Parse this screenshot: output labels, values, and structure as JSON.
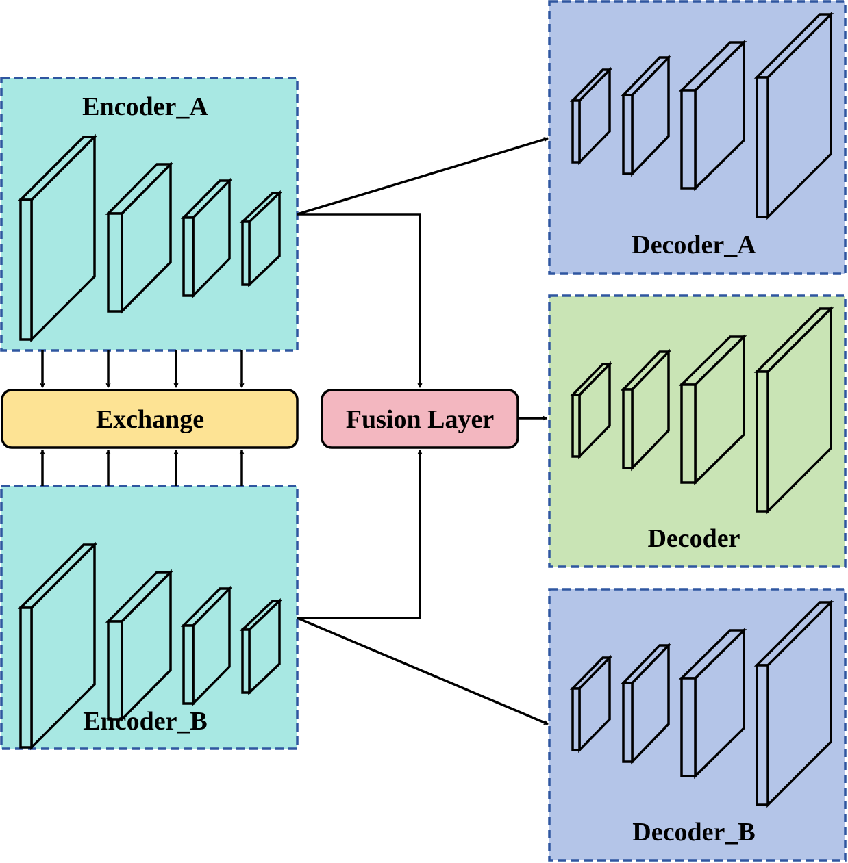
{
  "encoder_a": {
    "label": "Encoder_A",
    "fill": "#a8e8e3"
  },
  "encoder_b": {
    "label": "Encoder_B",
    "fill": "#a8e8e3"
  },
  "exchange": {
    "label": "Exchange",
    "fill": "#fde394"
  },
  "fusion": {
    "label": "Fusion Layer",
    "fill": "#f3b7c0"
  },
  "decoder_a": {
    "label": "Decoder_A",
    "fill": "#b4c5e8"
  },
  "decoder": {
    "label": "Decoder",
    "fill": "#c9e4b5"
  },
  "decoder_b": {
    "label": "Decoder_B",
    "fill": "#b4c5e8"
  },
  "colors": {
    "border_dashed": "#2f56a0",
    "line": "#000000"
  }
}
